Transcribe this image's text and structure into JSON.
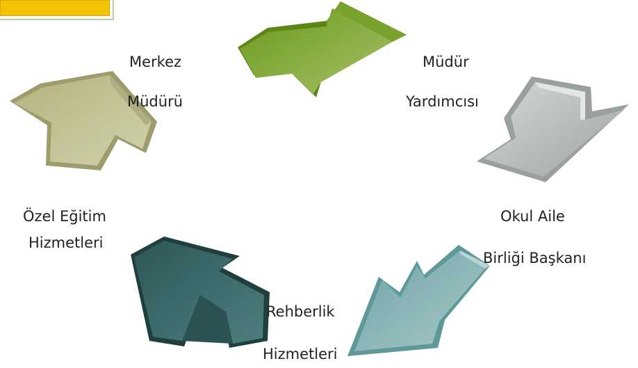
{
  "nodes": [
    {
      "id": "merkez",
      "line1": "Merkez",
      "line2": "Müdürü"
    },
    {
      "id": "mudur-yard",
      "line1": "Müdür",
      "line2": "Yardımcısı"
    },
    {
      "id": "okul-aile",
      "line1": "Okul Aile",
      "line2": "Birliği Başkanı"
    },
    {
      "id": "rehberlik",
      "line1": "Rehberlik",
      "line2": "Hizmetleri"
    },
    {
      "id": "ozel-egitim",
      "line1": "Özel Eğitim",
      "line2": "Hizmetleri"
    }
  ],
  "arrows": [
    {
      "id": "green",
      "color": "#8fae3c",
      "dark": "#5f8a14"
    },
    {
      "id": "silver",
      "color": "#c3c7c7",
      "dark": "#9aa0a0"
    },
    {
      "id": "teal-light",
      "color": "#8fb7b8",
      "dark": "#5f9899"
    },
    {
      "id": "teal-dark",
      "color": "#3b6a6a",
      "dark": "#244848"
    },
    {
      "id": "khaki",
      "color": "#c2c294",
      "dark": "#9c9c6c"
    }
  ]
}
